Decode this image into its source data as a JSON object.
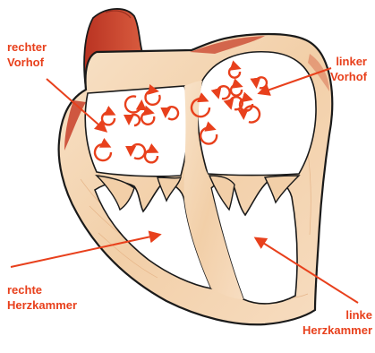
{
  "colors": {
    "accent": "#e8401c",
    "outline": "#1a1a1a",
    "muscle_light": "#f6dcc0",
    "muscle_mid": "#f0c49a",
    "muscle_dark": "#c8402a",
    "chamber_fill": "#ffffff"
  },
  "labels": {
    "right_atrium": {
      "line1": "rechter",
      "line2": "Vorhof"
    },
    "left_atrium": {
      "line1": "linker",
      "line2": "Vorhof"
    },
    "right_ventricle": {
      "line1": "rechte",
      "line2": "Herzkammer"
    },
    "left_ventricle": {
      "line1": "linke",
      "line2": "Herzkammer"
    }
  },
  "icons": {
    "blood_flow": "circular-arrow-icon"
  }
}
